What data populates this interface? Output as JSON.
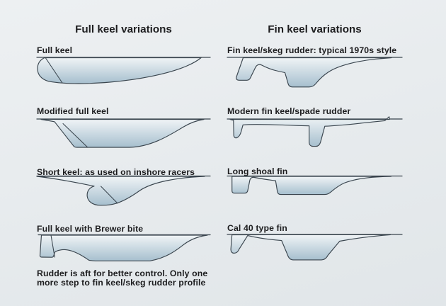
{
  "colors": {
    "background_top": "#edf0f2",
    "background_bottom": "#e1e6e9",
    "hull_fill_top": "#f0f4f6",
    "hull_fill_bottom": "#a6bfce",
    "outline": "#3a454e",
    "text": "#1d1d1f"
  },
  "left_column": {
    "heading": "Full keel variations",
    "items": [
      {
        "label": "Full keel"
      },
      {
        "label": "Modified full keel"
      },
      {
        "label": "Short keel: as used on inshore racers"
      },
      {
        "label": "Full keel with Brewer bite",
        "caption_lines": [
          "Rudder is aft for better control. Only one",
          "more step to fin keel/skeg rudder profile"
        ]
      }
    ]
  },
  "right_column": {
    "heading": "Fin keel variations",
    "items": [
      {
        "label": "Fin keel/skeg rudder: typical 1970s style"
      },
      {
        "label": "Modern fin keel/spade rudder"
      },
      {
        "label": "Long shoal fin"
      },
      {
        "label": "Cal 40 type fin"
      }
    ]
  }
}
